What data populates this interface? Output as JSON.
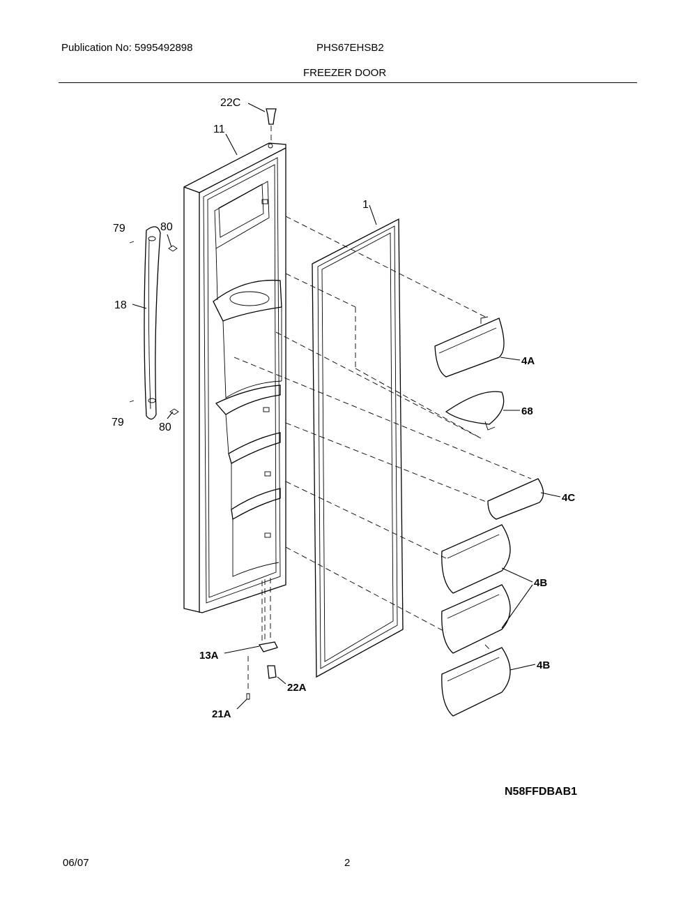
{
  "header": {
    "publication": "Publication No: 5995492898",
    "model": "PHS67EHSB2",
    "section_title": "FREEZER DOOR"
  },
  "diagram": {
    "callouts": {
      "c22C": "22C",
      "c11": "11",
      "c1": "1",
      "c79_top": "79",
      "c80_top": "80",
      "c18": "18",
      "c79_bottom": "79",
      "c80_bottom": "80",
      "c4A": "4A",
      "c68": "68",
      "c4C": "4C",
      "c4B_upper": "4B",
      "c4B_lower": "4B",
      "c13A": "13A",
      "c22A": "22A",
      "c21A": "21A"
    }
  },
  "footer": {
    "diagram_code": "N58FFDBAB1",
    "date": "06/07",
    "page_number": "2"
  }
}
